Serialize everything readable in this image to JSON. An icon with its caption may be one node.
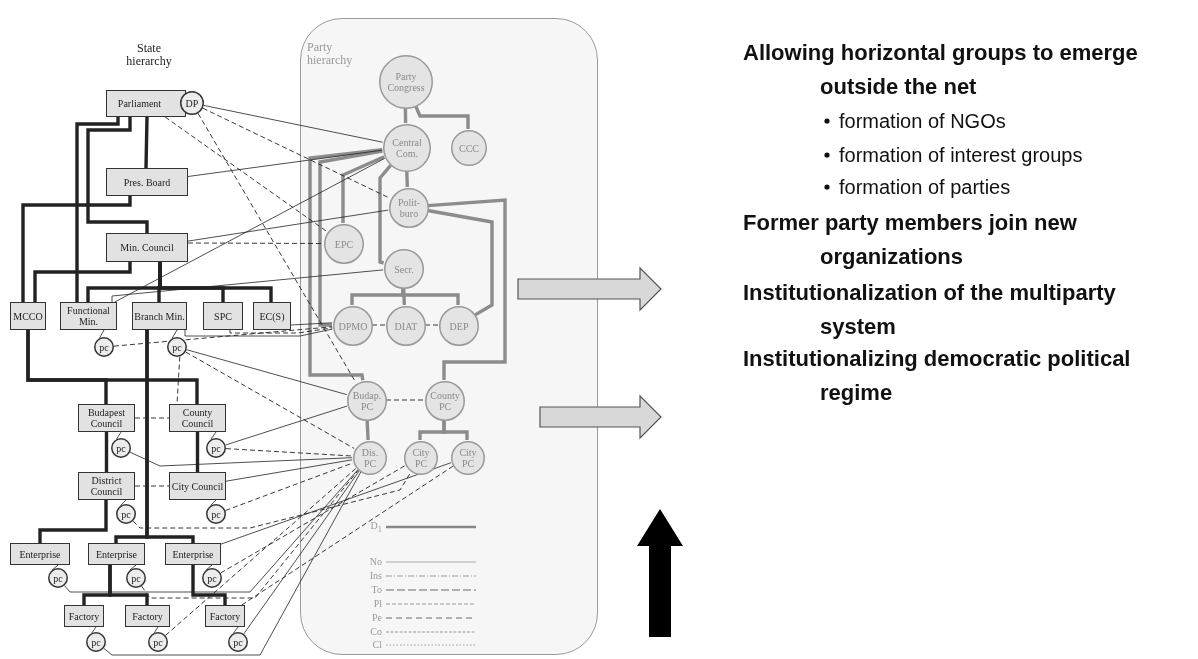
{
  "diagram": {
    "nodes": [
      {
        "text": [
          "Parliament"
        ]
      },
      {
        "text": [
          "DP"
        ]
      },
      {
        "text": [
          "Pres. Board"
        ]
      },
      {
        "text": [
          "Min. Council"
        ]
      },
      {
        "text": [
          "MCCO"
        ]
      },
      {
        "text": [
          "Functional Min."
        ]
      },
      {
        "text": [
          "Branch Min."
        ]
      },
      {
        "text": [
          "SPC"
        ]
      },
      {
        "text": [
          "EC(S)"
        ]
      },
      {
        "text": [
          "pc"
        ]
      },
      {
        "text": [
          "pc"
        ]
      },
      {
        "text": [
          "Budapest Council"
        ]
      },
      {
        "text": [
          "County Council"
        ]
      },
      {
        "text": [
          "pc"
        ]
      },
      {
        "text": [
          "pc"
        ]
      },
      {
        "text": [
          "District Council"
        ]
      },
      {
        "text": [
          "City Council"
        ]
      },
      {
        "text": [
          "pc"
        ]
      },
      {
        "text": [
          "pc"
        ]
      },
      {
        "text": [
          "Enterprise"
        ]
      },
      {
        "text": [
          "Enterprise"
        ]
      },
      {
        "text": [
          "Enterprise"
        ]
      },
      {
        "text": [
          "pc"
        ]
      },
      {
        "text": [
          "pc"
        ]
      },
      {
        "text": [
          "pc"
        ]
      },
      {
        "text": [
          "Factory"
        ]
      },
      {
        "text": [
          "Factory"
        ]
      },
      {
        "text": [
          "Factory"
        ]
      },
      {
        "text": [
          "pc"
        ]
      },
      {
        "text": [
          "pc"
        ]
      },
      {
        "text": [
          "pc"
        ]
      },
      {
        "text": [
          "Party hierarchy"
        ]
      },
      {
        "text": [
          "Party Congress"
        ],
        "in": 31
      },
      {
        "text": [
          "Central Com."
        ],
        "in": 31
      },
      {
        "text": [
          "CCC"
        ],
        "in": 31
      },
      {
        "text": [
          "Polit-buro"
        ],
        "in": 31
      },
      {
        "text": [
          "EPC"
        ],
        "in": 31
      },
      {
        "text": [
          "Secr."
        ],
        "in": 31
      },
      {
        "text": [
          "DPMO"
        ],
        "in": 31
      },
      {
        "text": [
          "DIAT"
        ],
        "in": 31
      },
      {
        "text": [
          "DEP"
        ],
        "in": 31
      },
      {
        "text": [
          "Budap. PC"
        ],
        "in": 31
      },
      {
        "text": [
          "County PC"
        ],
        "in": 31
      },
      {
        "text": [
          "Dis. PC"
        ],
        "in": 31
      },
      {
        "text": [
          "City PC"
        ],
        "in": 31
      },
      {
        "text": [
          "City PC"
        ],
        "in": 31
      }
    ],
    "edges": [
      {
        "from": 0,
        "to": 2,
        "arrow": "none",
        "style": "thick"
      },
      {
        "from": 0,
        "to": 3,
        "arrow": "none",
        "style": "thick"
      },
      {
        "from": 0,
        "to": 5,
        "arrow": "none",
        "style": "thick"
      },
      {
        "from": 2,
        "to": 4,
        "arrow": "none",
        "style": "thick"
      },
      {
        "from": 3,
        "to": 4,
        "arrow": "none",
        "style": "thick"
      },
      {
        "from": 3,
        "to": 5,
        "arrow": "none",
        "style": "thick"
      },
      {
        "from": 3,
        "to": 6,
        "arrow": "none",
        "style": "thick"
      },
      {
        "from": 3,
        "to": 7,
        "arrow": "none",
        "style": "thick"
      },
      {
        "from": 3,
        "to": 8,
        "arrow": "none",
        "style": "thick"
      },
      {
        "from": 4,
        "to": 11,
        "arrow": "none",
        "style": "thick"
      },
      {
        "from": 4,
        "to": 12,
        "arrow": "none",
        "style": "thick"
      },
      {
        "from": 6,
        "to": 20,
        "arrow": "none",
        "style": "thick"
      },
      {
        "from": 6,
        "to": 21,
        "arrow": "none",
        "style": "thick"
      },
      {
        "from": 11,
        "to": 15,
        "arrow": "none",
        "style": "thick"
      },
      {
        "from": 12,
        "to": 16,
        "arrow": "none",
        "style": "thick"
      },
      {
        "from": 15,
        "to": 19,
        "arrow": "none",
        "style": "thick"
      },
      {
        "from": 20,
        "to": 25,
        "arrow": "none",
        "style": "thick"
      },
      {
        "from": 20,
        "to": 26,
        "arrow": "none",
        "style": "thick"
      },
      {
        "from": 21,
        "to": 27,
        "arrow": "none",
        "style": "thick"
      },
      {
        "from": 5,
        "to": 9,
        "arrow": "none"
      },
      {
        "from": 6,
        "to": 10,
        "arrow": "none"
      },
      {
        "from": 11,
        "to": 13,
        "arrow": "none"
      },
      {
        "from": 12,
        "to": 14,
        "arrow": "none"
      },
      {
        "from": 15,
        "to": 17,
        "arrow": "none"
      },
      {
        "from": 16,
        "to": 18,
        "arrow": "none"
      },
      {
        "from": 19,
        "to": 22,
        "arrow": "none"
      },
      {
        "from": 20,
        "to": 23,
        "arrow": "none"
      },
      {
        "from": 21,
        "to": 24,
        "arrow": "none"
      },
      {
        "from": 25,
        "to": 28,
        "arrow": "none"
      },
      {
        "from": 26,
        "to": 29,
        "arrow": "none"
      },
      {
        "from": 27,
        "to": 30,
        "arrow": "none"
      },
      {
        "from": 32,
        "to": 33,
        "arrow": "none",
        "style": "thick",
        "color": "#8c8c8c"
      },
      {
        "from": 32,
        "to": 34,
        "arrow": "none",
        "style": "thick",
        "color": "#8c8c8c"
      },
      {
        "from": 33,
        "to": 35,
        "arrow": "none",
        "style": "thick",
        "color": "#8c8c8c"
      },
      {
        "from": 33,
        "to": 36,
        "arrow": "none",
        "style": "thick",
        "color": "#8c8c8c"
      },
      {
        "from": 33,
        "to": 37,
        "arrow": "none",
        "style": "thick",
        "color": "#8c8c8c"
      },
      {
        "from": 33,
        "to": 38,
        "arrow": "none",
        "style": "thick",
        "color": "#8c8c8c"
      },
      {
        "from": 35,
        "to": 40,
        "arrow": "none",
        "style": "thick",
        "color": "#8c8c8c"
      },
      {
        "from": 37,
        "to": 38,
        "arrow": "none",
        "style": "thick",
        "color": "#8c8c8c"
      },
      {
        "from": 37,
        "to": 39,
        "arrow": "none",
        "style": "thick",
        "color": "#8c8c8c"
      },
      {
        "from": 37,
        "to": 40,
        "arrow": "none",
        "style": "thick",
        "color": "#8c8c8c"
      },
      {
        "from": 33,
        "to": 41,
        "arrow": "none",
        "style": "thick",
        "color": "#8c8c8c"
      },
      {
        "from": 35,
        "to": 42,
        "arrow": "none",
        "style": "thick",
        "color": "#8c8c8c"
      },
      {
        "from": 41,
        "to": 43,
        "arrow": "none",
        "style": "thick",
        "color": "#8c8c8c"
      },
      {
        "from": 42,
        "to": 44,
        "arrow": "none",
        "style": "thick",
        "color": "#8c8c8c"
      },
      {
        "from": 42,
        "to": 45,
        "arrow": "none",
        "style": "thick",
        "color": "#8c8c8c"
      },
      {
        "from": 1,
        "to": 33,
        "arrow": "none"
      },
      {
        "from": 1,
        "to": 35,
        "arrow": "none",
        "style": "dashed"
      },
      {
        "from": 1,
        "to": 41,
        "arrow": "none",
        "style": "dashed"
      },
      {
        "from": 0,
        "to": 36,
        "arrow": "none",
        "style": "dashed"
      },
      {
        "from": 2,
        "to": 33,
        "arrow": "none"
      },
      {
        "from": 3,
        "to": 35,
        "arrow": "none"
      },
      {
        "from": 3,
        "to": 36,
        "arrow": "none",
        "style": "dashed"
      },
      {
        "from": 5,
        "to": 33,
        "arrow": "none"
      },
      {
        "from": 5,
        "to": 37,
        "arrow": "none"
      },
      {
        "from": 6,
        "to": 38,
        "arrow": "none"
      },
      {
        "from": 7,
        "to": 38,
        "arrow": "none",
        "style": "dashed"
      },
      {
        "from": 8,
        "to": 38,
        "arrow": "none"
      },
      {
        "from": 9,
        "to": 38,
        "arrow": "none",
        "style": "dashed"
      },
      {
        "from": 10,
        "to": 41,
        "arrow": "none"
      },
      {
        "from": 10,
        "to": 43,
        "arrow": "none",
        "style": "dashed"
      },
      {
        "from": 11,
        "to": 12,
        "arrow": "none",
        "style": "dashed"
      },
      {
        "from": 15,
        "to": 16,
        "arrow": "none",
        "style": "dashed"
      },
      {
        "from": 10,
        "to": 12,
        "arrow": "none",
        "style": "dashed"
      },
      {
        "from": 14,
        "to": 41,
        "arrow": "none"
      },
      {
        "from": 14,
        "to": 43,
        "arrow": "none",
        "style": "dashed"
      },
      {
        "from": 16,
        "to": 43,
        "arrow": "none"
      },
      {
        "from": 18,
        "to": 43,
        "arrow": "none",
        "style": "dashed"
      },
      {
        "from": 13,
        "to": 43,
        "arrow": "none"
      },
      {
        "from": 17,
        "to": 44,
        "arrow": "none",
        "style": "dashed"
      },
      {
        "from": 22,
        "to": 43,
        "arrow": "none"
      },
      {
        "from": 23,
        "to": 43,
        "arrow": "none",
        "style": "dashed"
      },
      {
        "from": 21,
        "to": 45,
        "arrow": "none"
      },
      {
        "from": 24,
        "to": 44,
        "arrow": "none",
        "style": "dashed"
      },
      {
        "from": 27,
        "to": 45,
        "arrow": "none",
        "style": "dashed"
      },
      {
        "from": 30,
        "to": 43,
        "arrow": "none"
      },
      {
        "from": 29,
        "to": 43,
        "arrow": "none",
        "style": "dashed"
      },
      {
        "from": 28,
        "to": 43,
        "arrow": "none"
      },
      {
        "from": 38,
        "to": 39,
        "arrow": "none",
        "style": "dashed"
      },
      {
        "from": 39,
        "to": 40,
        "arrow": "none",
        "style": "dashed"
      },
      {
        "from": 41,
        "to": 42,
        "arrow": "none",
        "style": "dashed"
      }
    ],
    "labels": [
      "State hierarchy",
      "Allowing horizontal groups to emerge outside the net",
      "formation of NGOs",
      "formation of interest groups",
      "formation of parties",
      "Former party members join new organizations",
      "Institutionalization of the multiparty system",
      "Institutionalizing democratic political regime"
    ],
    "legend": [
      {
        "text": "D$_{1}$"
      },
      {
        "text": "No"
      },
      {
        "text": "Ins"
      },
      {
        "text": "To"
      },
      {
        "text": "Pl"
      },
      {
        "text": "Pe"
      },
      {
        "text": "Co"
      },
      {
        "text": "Cl"
      }
    ]
  }
}
